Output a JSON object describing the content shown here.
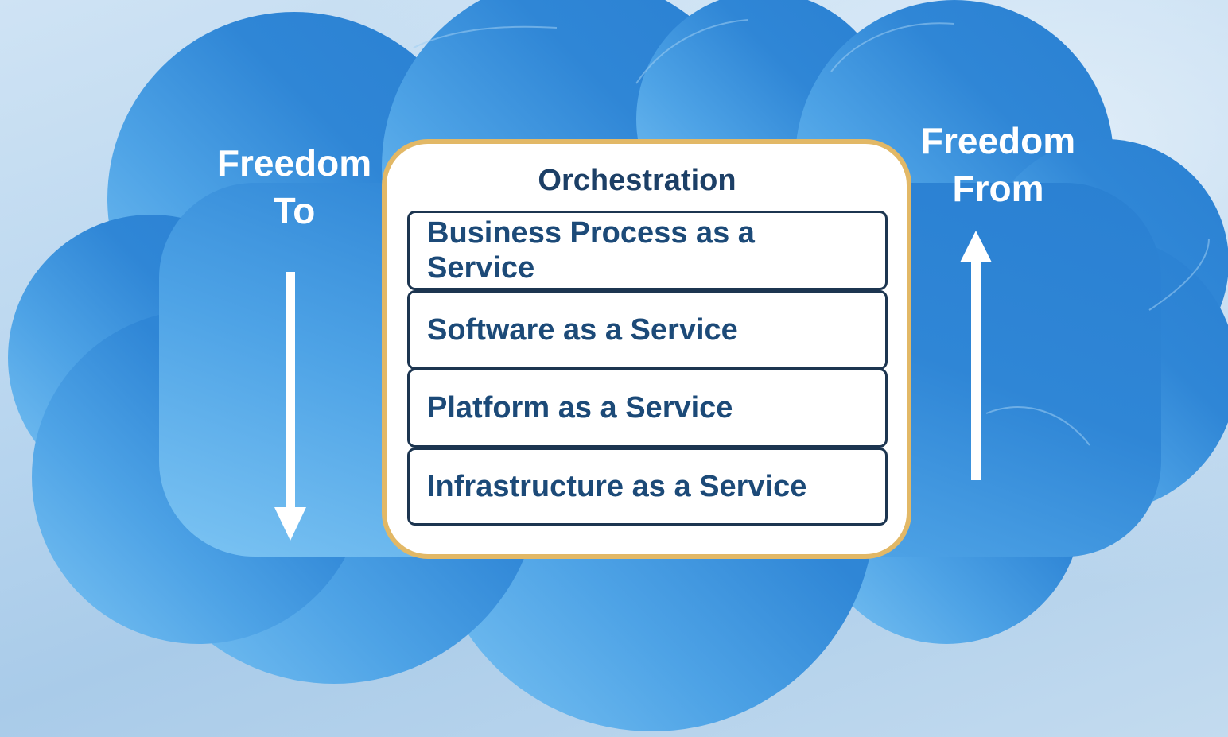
{
  "labels": {
    "freedom_to": [
      "Freedom",
      "To"
    ],
    "freedom_from": [
      "Freedom",
      "From"
    ]
  },
  "stack": {
    "title": "Orchestration",
    "layers": [
      {
        "label": "Business Process as a Service"
      },
      {
        "label": "Software as a Service"
      },
      {
        "label": "Platform as a Service"
      },
      {
        "label": "Infrastructure as a Service"
      }
    ]
  },
  "colors": {
    "cloud_fill": "#2f86d6",
    "panel_border": "#e2b866",
    "layer_text": "#1c4a78",
    "arrow": "#ffffff"
  },
  "icons": {
    "arrow_down": "arrow-down-icon",
    "arrow_up": "arrow-up-icon"
  }
}
